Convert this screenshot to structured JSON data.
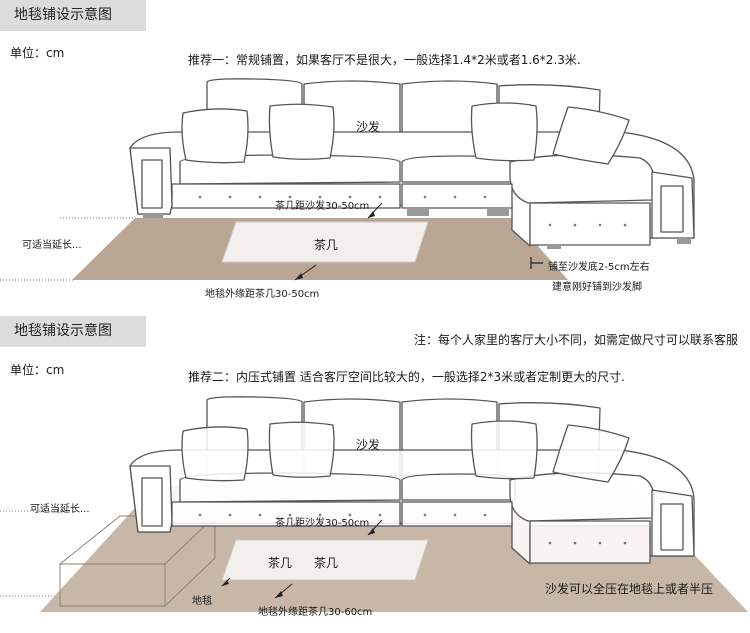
{
  "panel1": {
    "header": "地毯铺设示意图",
    "unit": "单位：cm",
    "recommendation": "推荐一：常规铺置，如果客厅不是很大，一般选择1.4*2米或者1.6*2.3米.",
    "sofa_label": "沙发",
    "table_distance_label": "茶几距沙发30-50cm",
    "table_label": "茶几",
    "extend_label": "可适当延长...",
    "edge_distance_label": "地毯外缘距茶几30-50cm",
    "under_sofa_label": "铺至沙发底2-5cm左右",
    "suggestion_label": "建意刚好铺到沙发脚"
  },
  "panel2": {
    "header": "地毯铺设示意图",
    "unit": "单位：cm",
    "note": "注：每个人家里的客厅大小不同，如需定做尺寸可以联系客服",
    "recommendation": "推荐二：内压式铺置  适合客厅空间比较大的，一般选择2*3米或者定制更大的尺寸.",
    "sofa_label": "沙发",
    "extend_label": "可适当延长...",
    "table_distance_label": "茶几距沙发30-50cm",
    "table_label_a": "茶几",
    "table_label_b": "茶几",
    "rug_label": "地毯",
    "edge_distance_label": "地毯外缘距茶几30-60cm",
    "press_label": "沙发可以全压在地毯上或者半压"
  },
  "colors": {
    "rug": "#b9a695",
    "rug_light": "#c8b6a6",
    "sofa_outline": "#555555",
    "header_bg": "#dcdcdc"
  }
}
